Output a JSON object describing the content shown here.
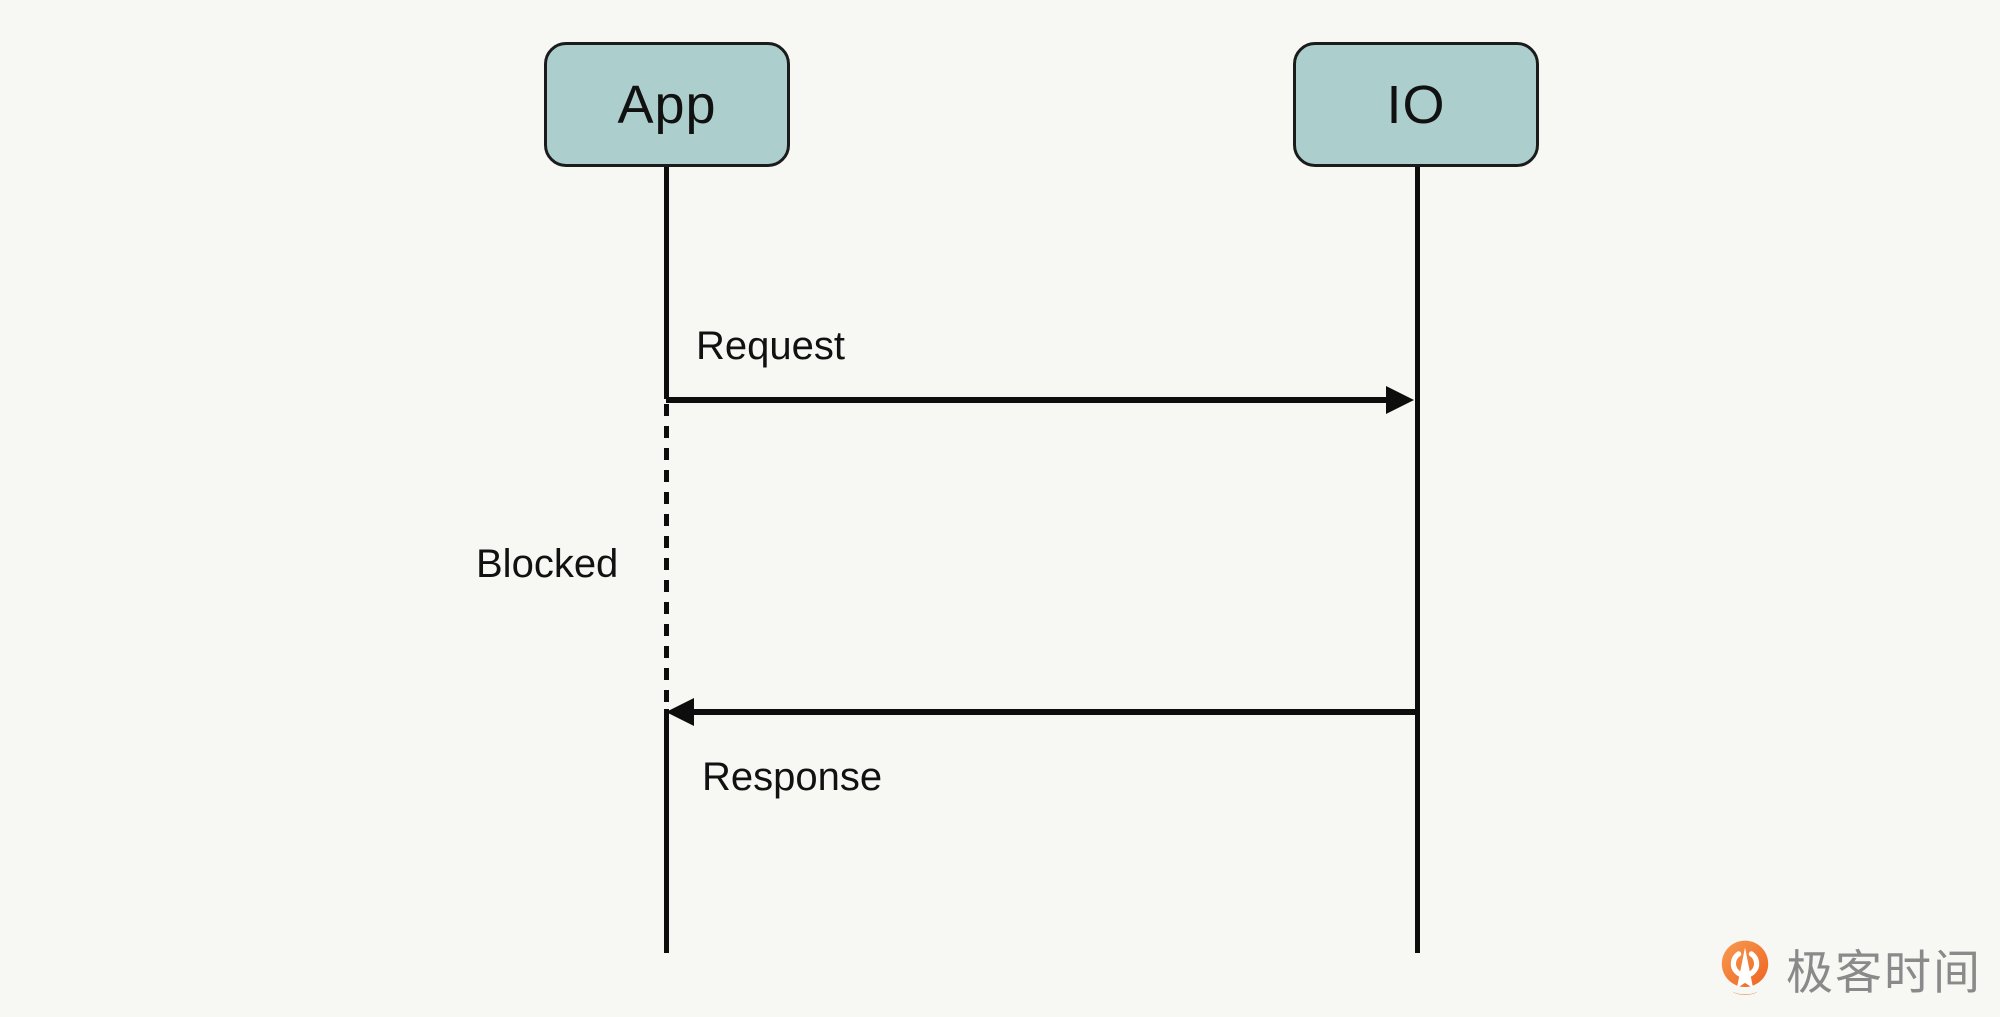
{
  "diagram": {
    "type": "sequence",
    "actors": [
      {
        "id": "app",
        "label": "App"
      },
      {
        "id": "io",
        "label": "IO"
      }
    ],
    "messages": [
      {
        "label": "Request",
        "from": "App",
        "to": "IO",
        "direction": "right",
        "style": "solid"
      },
      {
        "label": "Response",
        "from": "IO",
        "to": "App",
        "direction": "left",
        "style": "solid"
      }
    ],
    "state_label": "Blocked",
    "colors": {
      "background": "#f7f7f4",
      "actor_fill": "#accfce",
      "actor_border": "#1b1b1b",
      "line": "#0d0d0d",
      "label": "#111111",
      "logo_orange": "#ee6321",
      "logo_orange_light": "#f79b51",
      "logo_text_gray": "#8a8a8a"
    }
  },
  "branding": {
    "logo_text": "极客时间",
    "logo_icon": "geektime-orange-bulb-icon"
  }
}
